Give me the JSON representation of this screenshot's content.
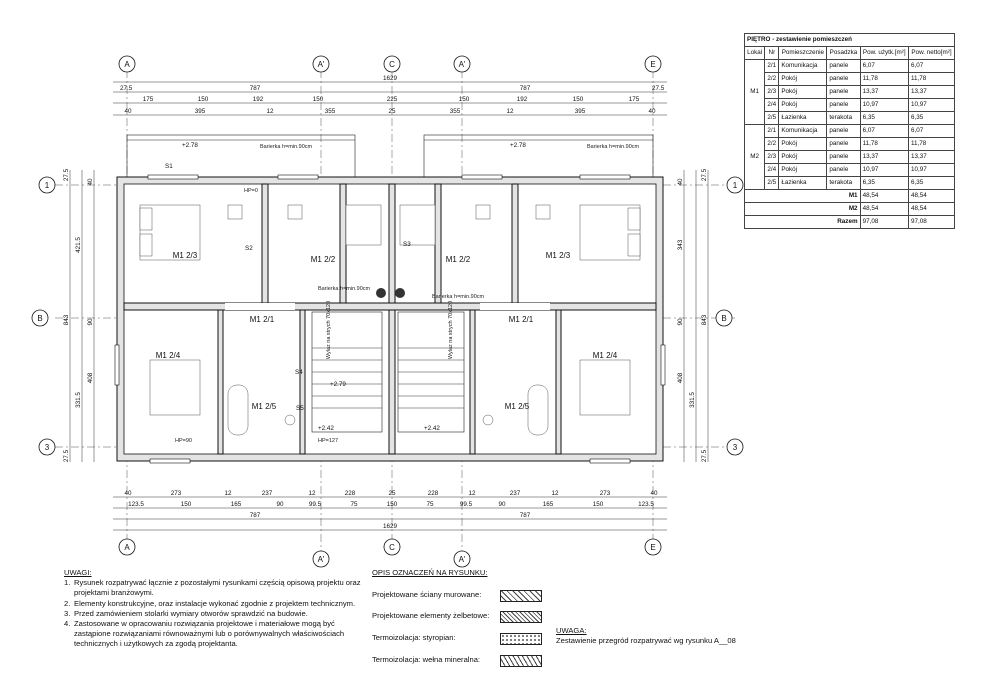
{
  "axes": {
    "vertical": [
      "A",
      "A'",
      "C",
      "A'",
      "E"
    ],
    "horizontal": [
      "1",
      "B",
      "3"
    ]
  },
  "dimensions": {
    "top": {
      "overall": "1629",
      "halves": [
        "787",
        "787"
      ],
      "ends": [
        "27.5",
        "27.5"
      ],
      "row_a": [
        "175",
        "150",
        "192",
        "150",
        "225",
        "150",
        "192",
        "150",
        "175"
      ],
      "row_b": [
        "40",
        "395",
        "12",
        "355",
        "25",
        "355",
        "12",
        "395",
        "40"
      ]
    },
    "bottom": {
      "overall": "1629",
      "halves": [
        "787",
        "787"
      ],
      "row_a": [
        "40",
        "273",
        "12",
        "237",
        "12",
        "228",
        "25",
        "228",
        "12",
        "237",
        "12",
        "273",
        "40"
      ],
      "row_b": [
        "123.5",
        "150",
        "165",
        "90",
        "99.5",
        "75",
        "150",
        "75",
        "99.5",
        "90",
        "165",
        "150",
        "123.5"
      ]
    },
    "left": [
      "27.5",
      "40",
      "421.5",
      "843",
      "90",
      "408",
      "331.5",
      "27.5"
    ],
    "right": [
      "27.5",
      "40",
      "343",
      "843",
      "90",
      "408",
      "331.5",
      "27.5"
    ]
  },
  "plan_labels": {
    "terrace_levels": [
      "+2.78",
      "+2.78"
    ],
    "railings": [
      "Barierka h=min.90cm",
      "Barierka h=min.90cm",
      "Barierka h=min.90cm",
      "Barierka h=min.90cm"
    ],
    "m1_rooms": [
      "M1 2/3",
      "M1 2/2",
      "M1 2/1",
      "M1 2/4",
      "M1 2/5"
    ],
    "m2_rooms": [
      "M1 2/3",
      "M1 2/2",
      "M1 2/1",
      "M1 2/4",
      "M1 2/5"
    ],
    "stair_levels": [
      "+2.79",
      "+2.42",
      "+2.42"
    ],
    "stair_texts": [
      "Wylaz na strych 70x120",
      "Wylaz na strych 70x120"
    ],
    "window_marks": [
      "S1",
      "S2",
      "S3",
      "S4",
      "S5"
    ],
    "heights": [
      "HP=0",
      "HP=90",
      "HP=127"
    ]
  },
  "room_table": {
    "title": "PIĘTRO - zestawienie pomieszczeń",
    "headers": [
      "Lokal",
      "Nr",
      "Pomieszczenie",
      "Posadzka",
      "Pow. użytk.[m²]",
      "Pow. netto[m²]"
    ],
    "groups": [
      {
        "lokal": "M1",
        "rows": [
          [
            "2/1",
            "Komunikacja",
            "panele",
            "6,07",
            "6,07"
          ],
          [
            "2/2",
            "Pokój",
            "panele",
            "11,78",
            "11,78"
          ],
          [
            "2/3",
            "Pokój",
            "panele",
            "13,37",
            "13,37"
          ],
          [
            "2/4",
            "Pokój",
            "panele",
            "10,97",
            "10,97"
          ],
          [
            "2/5",
            "Łazienka",
            "terakota",
            "6,35",
            "6,35"
          ]
        ]
      },
      {
        "lokal": "M2",
        "rows": [
          [
            "2/1",
            "Komunikacja",
            "panele",
            "6,07",
            "6,07"
          ],
          [
            "2/2",
            "Pokój",
            "panele",
            "11,78",
            "11,78"
          ],
          [
            "2/3",
            "Pokój",
            "panele",
            "13,37",
            "13,37"
          ],
          [
            "2/4",
            "Pokój",
            "panele",
            "10,97",
            "10,97"
          ],
          [
            "2/5",
            "Łazienka",
            "terakota",
            "6,35",
            "6,35"
          ]
        ]
      }
    ],
    "totals": [
      [
        "M1",
        "48,54",
        "48,54"
      ],
      [
        "M2",
        "48,54",
        "48,54"
      ],
      [
        "Razem",
        "97,08",
        "97,08"
      ]
    ]
  },
  "notes": {
    "header": "UWAGI:",
    "items": [
      {
        "n": "1.",
        "text": "Rysunek rozpatrywać łącznie z pozostałymi rysunkami częścią opisową projektu oraz projektami branżowymi."
      },
      {
        "n": "2.",
        "text": "Elementy konstrukcyjne, oraz instalacje wykonać zgodnie z projektem technicznym."
      },
      {
        "n": "3.",
        "text": "Przed zamówieniem stolarki wymiary otworów sprawdzić na budowie."
      },
      {
        "n": "4.",
        "text": "Zastosowane w opracowaniu rozwiązania projektowe i materiałowe mogą być zastąpione rozwiązaniami równoważnymi lub o porównywalnych właściwościach technicznych i użytkowych za zgodą projektanta."
      }
    ]
  },
  "legend": {
    "header": "OPIS OZNACZEŃ NA RYSUNKU:",
    "items": [
      "Projektowane ściany murowane:",
      "Projektowane elementy żelbetowe:",
      "Termoizolacja: styropian:",
      "Termoizolacja: wełna mineralna:"
    ]
  },
  "uwaga": {
    "header": "UWAGA:",
    "text": "Zestawienie przegród rozpatrywać wg rysunku A__08"
  }
}
